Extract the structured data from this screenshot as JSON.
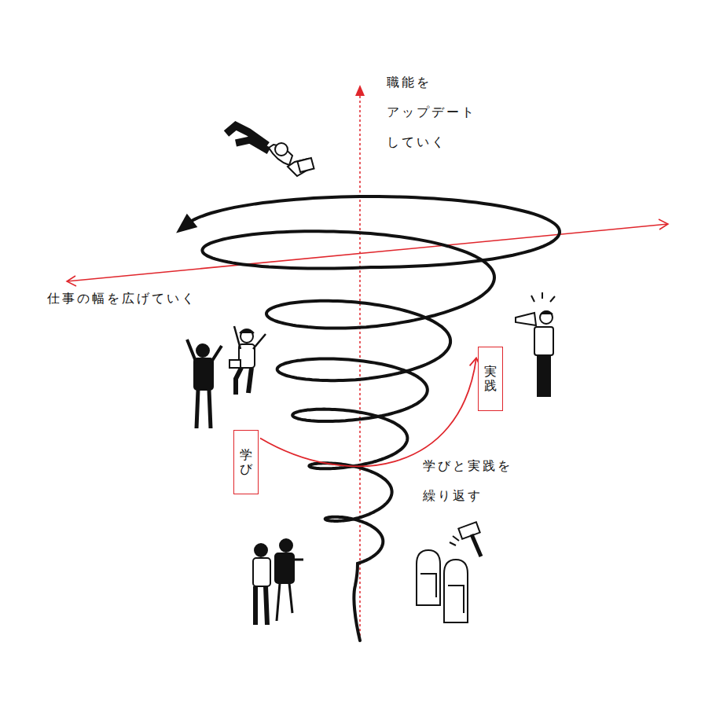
{
  "diagram": {
    "nodes": [
      {
        "text": [
          "実践"
        ]
      },
      {
        "text": [
          "学び"
        ]
      }
    ],
    "edges": [
      {
        "from": 1,
        "to": 0,
        "arrow": "to"
      }
    ],
    "labels": [
      "職能を アップデート していく",
      "仕事の幅を広げていく",
      "学びと実践を 繰り返す"
    ]
  }
}
